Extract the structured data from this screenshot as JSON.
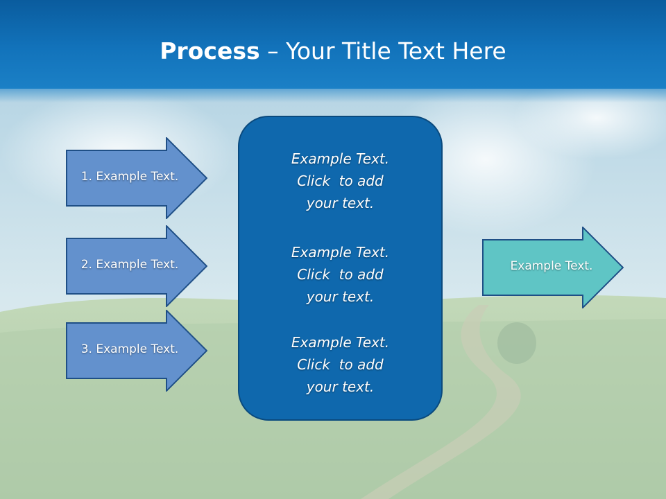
{
  "slide": {
    "title_bold": "Process",
    "title_rest": " – Your Title Text Here"
  },
  "left_arrows": [
    {
      "label": "1. Example Text."
    },
    {
      "label": "2. Example Text."
    },
    {
      "label": "3. Example Text."
    }
  ],
  "center_box": {
    "blocks": [
      {
        "line1": "Example Text.",
        "line2": "Click  to add",
        "line3": "your text."
      },
      {
        "line1": "Example Text.",
        "line2": "Click  to add",
        "line3": "your text."
      },
      {
        "line1": "Example Text.",
        "line2": "Click  to add",
        "line3": "your text."
      }
    ]
  },
  "right_arrow": {
    "label": "Example Text."
  },
  "colors": {
    "title_bar": "#1273bb",
    "left_arrow_fill": "#6391cd",
    "center_box_fill": "#0f68ad",
    "right_arrow_fill": "#5fc5c5"
  }
}
